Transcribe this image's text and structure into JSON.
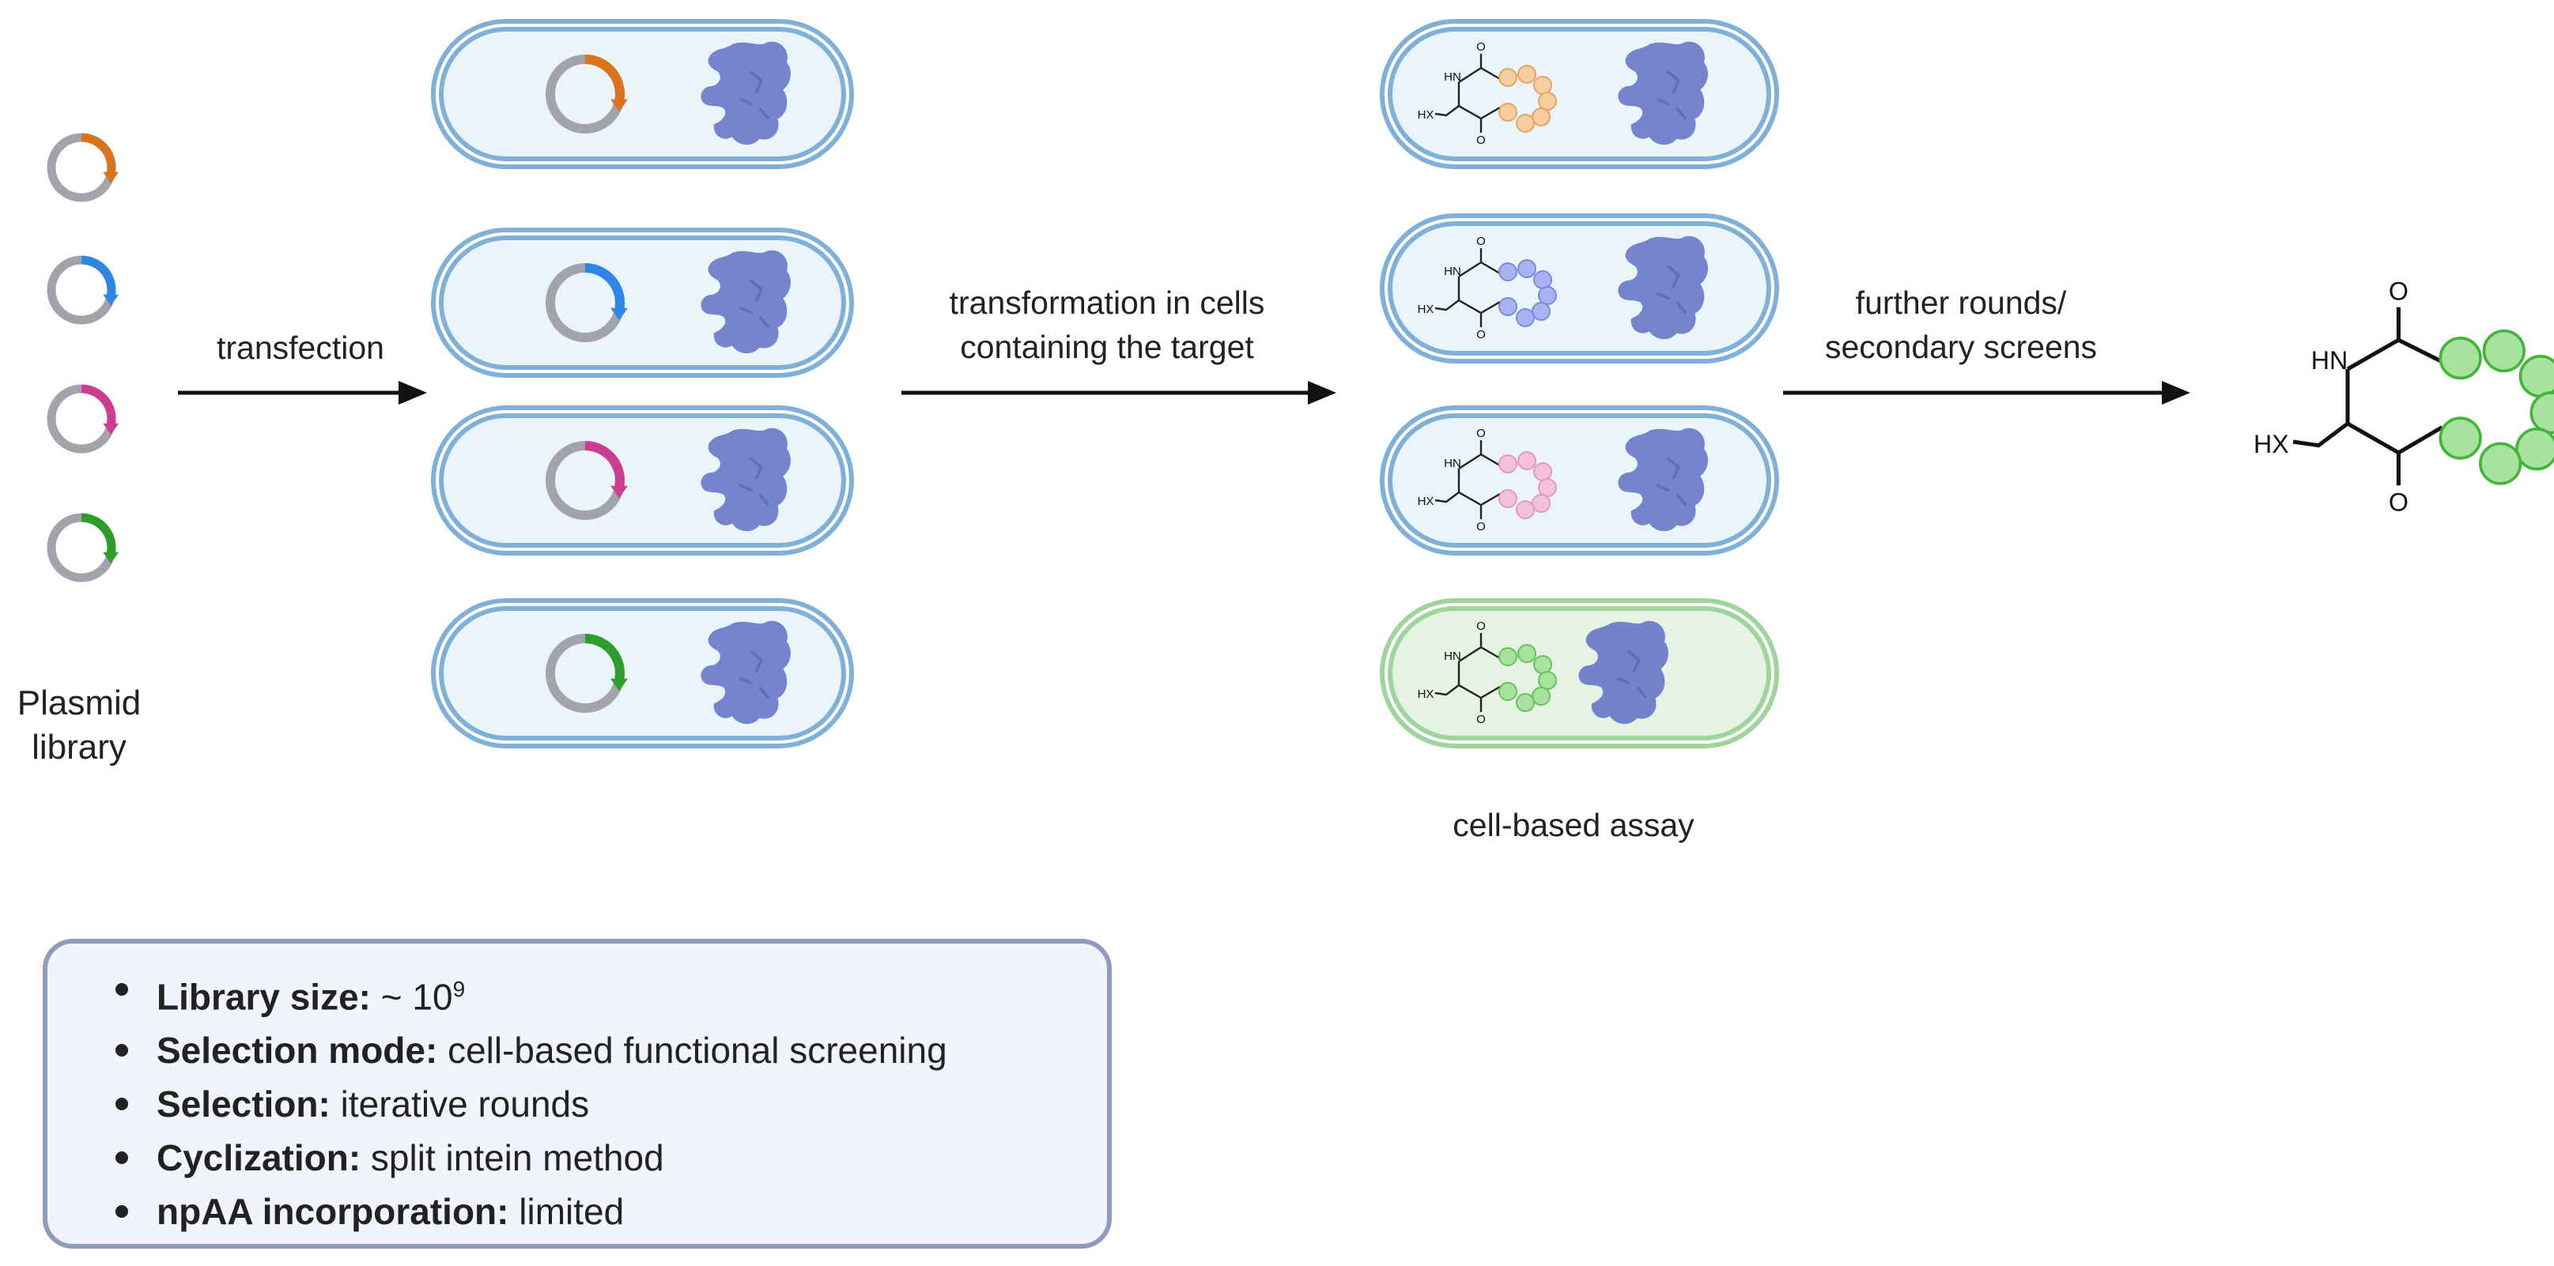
{
  "labels": {
    "plasmid_library": "Plasmid library",
    "transfection": "transfection",
    "transformation": "transformation in cells containing the target",
    "further_rounds": "further rounds/ secondary screens",
    "cell_based_assay": "cell-based assay"
  },
  "chem": {
    "hx": "HX",
    "hn": "HN",
    "o": "O"
  },
  "colors": {
    "orange": "#d9731c",
    "blue": "#2f86e6",
    "magenta": "#cc3d92",
    "green": "#2e9e2a",
    "plasmid_ring": "#a3a3ab",
    "cell_membrane": "#7fb0d9",
    "cell_fill": "#eaf4fb",
    "hit_cell_membrane": "#9fd49c",
    "hit_cell_fill": "#e6f3e2",
    "target_protein": "#6979c9",
    "bead_orange": "#f6cd9f",
    "bead_blue": "#a9b3f2",
    "bead_pink": "#f5c0dc",
    "bead_green": "#a7e29e"
  },
  "summary": [
    {
      "key": "Library size:",
      "value": "~ 10",
      "sup": "9"
    },
    {
      "key": "Selection mode:",
      "value": "cell-based functional screening"
    },
    {
      "key": "Selection:",
      "value": "iterative rounds"
    },
    {
      "key": "Cyclization:",
      "value": "split intein method"
    },
    {
      "key": "npAA incorporation:",
      "value": "limited"
    }
  ]
}
